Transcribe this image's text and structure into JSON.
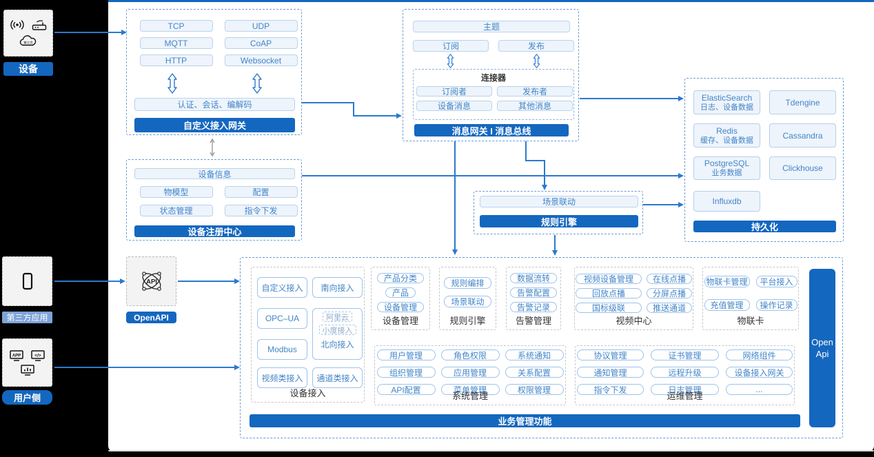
{
  "palette": {
    "accent_blue": "#1467bf",
    "arrow_blue": "#2b79cf",
    "light_label_blue": "#7ea3d9",
    "pill_text_blue": "#4285c8"
  },
  "left_rail": {
    "device": {
      "label": "设备",
      "icons": [
        "signal-icon",
        "router-icon",
        "cloud-icon"
      ],
      "cloud_text": "第三方"
    },
    "third_party": {
      "label": "第三方应用",
      "icons": [
        "phone-icon"
      ]
    },
    "open_api": {
      "label": "OpenAPI",
      "icons": [
        "api-atom-icon"
      ],
      "icon_text": "API"
    },
    "user_side": {
      "label": "用户侧",
      "icons": [
        "app-window-icon",
        "code-window-icon",
        "chart-window-icon"
      ],
      "app_text": "APP",
      "code_text": "</>"
    }
  },
  "gateway": {
    "protocols": [
      "TCP",
      "UDP",
      "MQTT",
      "CoAP",
      "HTTP",
      "Websocket"
    ],
    "auth": "认证、会话、编解码",
    "title": "自定义接入网关"
  },
  "message": {
    "topic": "主题",
    "subscribe": "订阅",
    "publish": "发布",
    "connector": {
      "title": "连接器",
      "items": [
        "订阅者",
        "发布者",
        "设备消息",
        "其他消息"
      ]
    },
    "title": "消息网关 I 消息总线"
  },
  "registry": {
    "info": "设备信息",
    "items": [
      "物模型",
      "配置",
      "状态管理",
      "指令下发"
    ],
    "title": "设备注册中心"
  },
  "rules": {
    "scene": "场景联动",
    "title": "规则引擎"
  },
  "persistence": {
    "stores": [
      {
        "name": "ElasticSearch",
        "desc": "日志、设备数据"
      },
      {
        "name": "Tdengine",
        "desc": ""
      },
      {
        "name": "Redis",
        "desc": "缓存、设备数据"
      },
      {
        "name": "Cassandra",
        "desc": ""
      },
      {
        "name": "PostgreSQL",
        "desc": "业务数据"
      },
      {
        "name": "Clickhouse",
        "desc": ""
      },
      {
        "name": "Influxdb",
        "desc": ""
      }
    ],
    "title": "持久化"
  },
  "business": {
    "device_access": {
      "col1": [
        "自定义接入",
        "OPC–UA",
        "Modbus",
        "视频类接入"
      ],
      "right_top": "南向接入",
      "right_bottom": "通道类接入",
      "north": {
        "dashed": [
          "阿里云",
          "小度接入"
        ],
        "text": "北向接入"
      },
      "label": "设备接入"
    },
    "sections": [
      {
        "label": "设备管理",
        "buttons": [
          "产品分类",
          "产品",
          "设备管理"
        ]
      },
      {
        "label": "规则引擎",
        "buttons": [
          "规则编排",
          "场景联动"
        ]
      },
      {
        "label": "告警管理",
        "buttons": [
          "数据流转",
          "告警配置",
          "告警记录"
        ]
      },
      {
        "label": "视频中心",
        "buttons": [
          "视频设备管理",
          "在线点播",
          "回放点播",
          "分屏点播",
          "国标级联",
          "推送通道"
        ]
      },
      {
        "label": "物联卡",
        "buttons": [
          "物联卡管理",
          "平台接入",
          "充值管理",
          "操作记录"
        ]
      },
      {
        "label": "系统管理",
        "buttons": [
          "用户管理",
          "角色权限",
          "系统通知",
          "组织管理",
          "应用管理",
          "关系配置",
          "API配置",
          "菜单管理",
          "权限管理"
        ]
      },
      {
        "label": "运维管理",
        "buttons": [
          "协议管理",
          "证书管理",
          "网络组件",
          "通知管理",
          "远程升级",
          "设备接入网关",
          "指令下发",
          "日志管理",
          "..."
        ]
      }
    ],
    "open_api_line1": "Open",
    "open_api_line2": "Api",
    "title": "业务管理功能"
  }
}
